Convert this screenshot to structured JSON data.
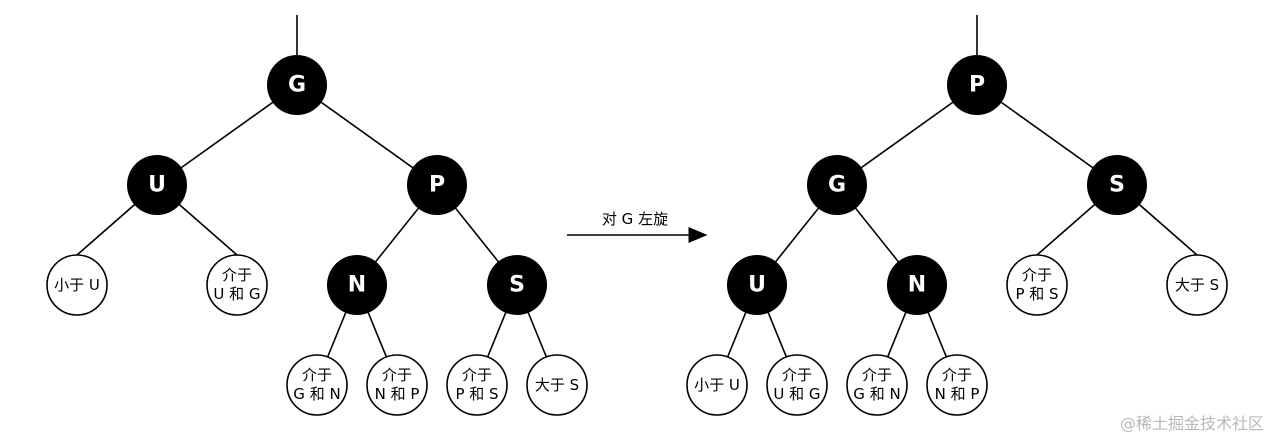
{
  "left_tree": {
    "root": "G",
    "u": "U",
    "p": "P",
    "n": "N",
    "s": "S",
    "leaf_less_u": "小于 U",
    "leaf_ug": [
      "介于",
      "U 和 G"
    ],
    "leaf_gn": [
      "介于",
      "G 和 N"
    ],
    "leaf_np": [
      "介于",
      "N 和 P"
    ],
    "leaf_ps": [
      "介于",
      "P 和 S"
    ],
    "leaf_gt_s": "大于 S"
  },
  "arrow": {
    "label": "对 G 左旋"
  },
  "right_tree": {
    "root": "P",
    "g": "G",
    "s": "S",
    "u": "U",
    "n": "N",
    "leaf_ps": [
      "介于",
      "P 和 S"
    ],
    "leaf_gt_s": "大于 S",
    "leaf_less_u": "小于 U",
    "leaf_ug": [
      "介于",
      "U 和 G"
    ],
    "leaf_gn": [
      "介于",
      "G 和 N"
    ],
    "leaf_np": [
      "介于",
      "N 和 P"
    ]
  },
  "watermark": "@稀土掘金技术社区",
  "colors": {
    "black_node": "#000000",
    "white_node": "#ffffff",
    "watermark": "#b8b8b8"
  }
}
